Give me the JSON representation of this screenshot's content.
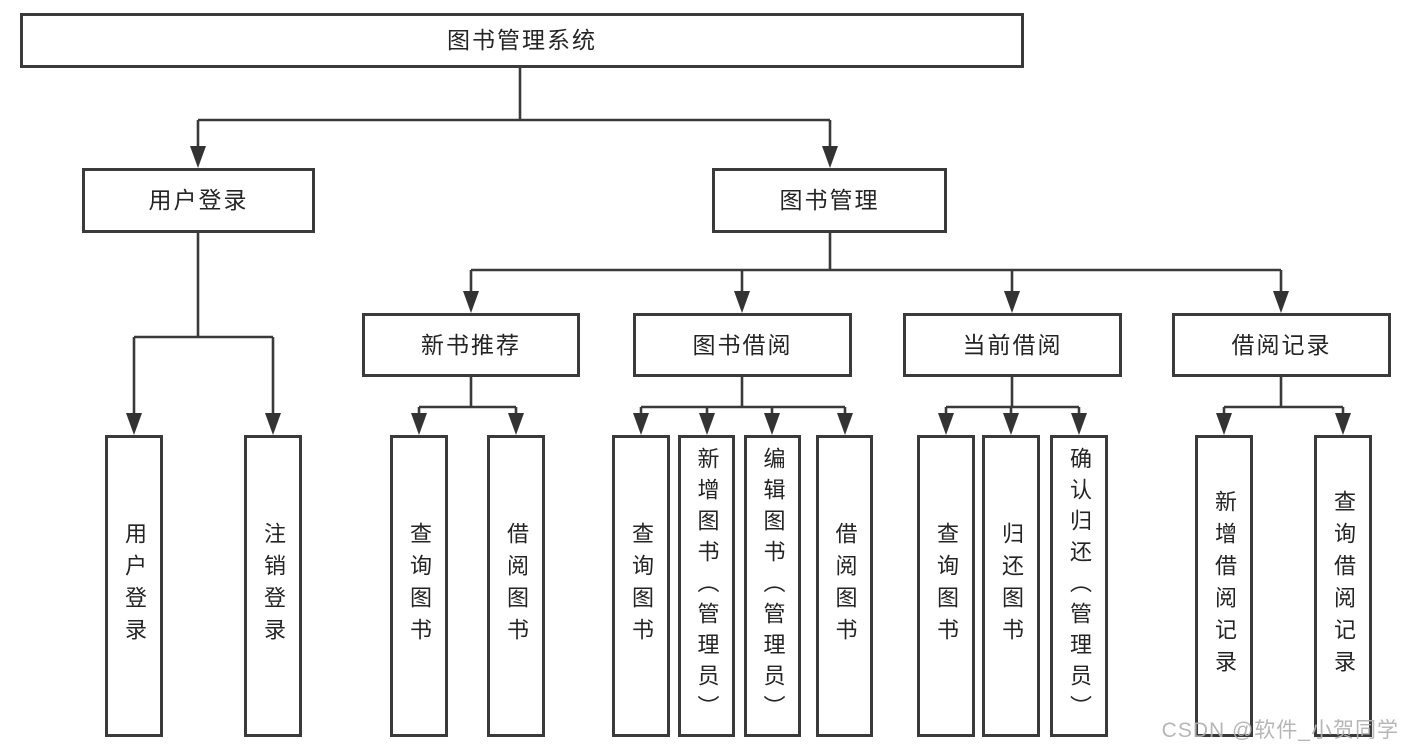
{
  "diagram": {
    "root": {
      "label": "图书管理系统"
    },
    "branches": [
      {
        "label": "用户登录",
        "children": [
          {
            "label": "用户登录"
          },
          {
            "label": "注销登录"
          }
        ]
      },
      {
        "label": "图书管理",
        "children": [
          {
            "label": "新书推荐",
            "children": [
              {
                "label": "查询图书"
              },
              {
                "label": "借阅图书"
              }
            ]
          },
          {
            "label": "图书借阅",
            "children": [
              {
                "label": "查询图书"
              },
              {
                "label": "新增图书（管理员）"
              },
              {
                "label": "编辑图书（管理员）"
              },
              {
                "label": "借阅图书"
              }
            ]
          },
          {
            "label": "当前借阅",
            "children": [
              {
                "label": "查询图书"
              },
              {
                "label": "归还图书"
              },
              {
                "label": "确认归还（管理员）"
              }
            ]
          },
          {
            "label": "借阅记录",
            "children": [
              {
                "label": "新增借阅记录"
              },
              {
                "label": "查询借阅记录"
              }
            ]
          }
        ]
      }
    ]
  },
  "watermark": {
    "text": "CSDN @软件_小贺同学"
  },
  "colors": {
    "line": "#3a3a3a",
    "text": "#242424",
    "background": "#ffffff",
    "watermark": "#b0b0b0"
  }
}
